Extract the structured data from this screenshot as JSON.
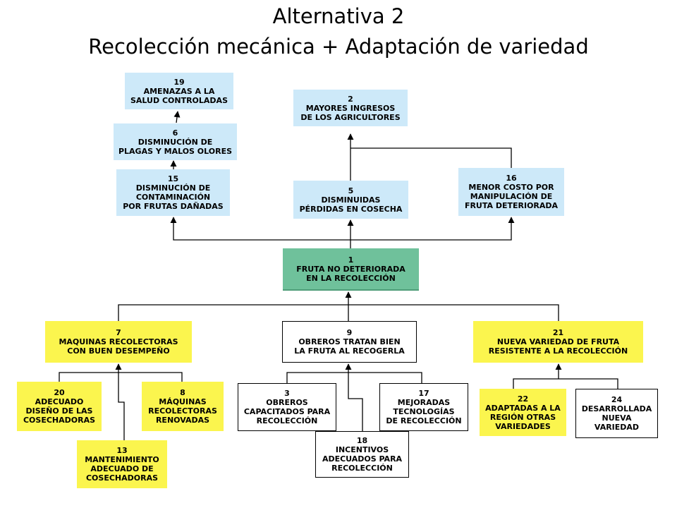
{
  "title": {
    "line1": "Alternativa 2",
    "line2": "Recolección mecánica + Adaptación de variedad"
  },
  "nodes": {
    "n19": {
      "number": "19",
      "lines": [
        "AMENAZAS A LA",
        "SALUD CONTROLADAS"
      ]
    },
    "n6": {
      "number": "6",
      "lines": [
        "DISMINUCIÓN DE",
        "PLAGAS Y MALOS OLORES"
      ]
    },
    "n15": {
      "number": "15",
      "lines": [
        "DISMINUCIÓN DE",
        "CONTAMINACIÓN",
        "POR FRUTAS DAÑADAS"
      ]
    },
    "n2": {
      "number": "2",
      "lines": [
        "MAYORES INGRESOS",
        "DE LOS AGRICULTORES"
      ]
    },
    "n5": {
      "number": "5",
      "lines": [
        "DISMINUIDAS",
        "PÉRDIDAS EN COSECHA"
      ]
    },
    "n16": {
      "number": "16",
      "lines": [
        "MENOR COSTO POR",
        "MANIPULACIÓN DE",
        "FRUTA DETERIORADA"
      ]
    },
    "n1": {
      "number": "1",
      "lines": [
        "FRUTA NO DETERIORADA",
        "EN LA RECOLECCIÓN"
      ]
    },
    "n7": {
      "number": "7",
      "lines": [
        "MAQUINAS RECOLECTORAS",
        "CON BUEN DESEMPEÑO"
      ]
    },
    "n9": {
      "number": "9",
      "lines": [
        "OBREROS TRATAN BIEN",
        "LA FRUTA AL RECOGERLA"
      ]
    },
    "n21": {
      "number": "21",
      "lines": [
        "NUEVA VARIEDAD DE FRUTA",
        "RESISTENTE A LA RECOLECCIÓN"
      ]
    },
    "n20": {
      "number": "20",
      "lines": [
        "ADECUADO",
        "DISEÑO DE LAS",
        "COSECHADORAS"
      ]
    },
    "n8": {
      "number": "8",
      "lines": [
        "MÁQUINAS",
        "RECOLECTORAS",
        "RENOVADAS"
      ]
    },
    "n13": {
      "number": "13",
      "lines": [
        "MANTENIMIENTO",
        "ADECUADO DE",
        "COSECHADORAS"
      ]
    },
    "n3": {
      "number": "3",
      "lines": [
        "OBREROS",
        "CAPACITADOS PARA",
        "RECOLECCIÓN"
      ]
    },
    "n17": {
      "number": "17",
      "lines": [
        "MEJORADAS",
        "TECNOLOGÍAS",
        "DE RECOLECCIÓN"
      ]
    },
    "n18": {
      "number": "18",
      "lines": [
        "INCENTIVOS",
        "ADECUADOS PARA",
        "RECOLECCIÓN"
      ]
    },
    "n22": {
      "number": "22",
      "lines": [
        "ADAPTADAS A LA",
        "REGIÓN OTRAS",
        "VARIEDADES"
      ]
    },
    "n24": {
      "number": "24",
      "lines": [
        "DESARROLLADA",
        "NUEVA",
        "VARIEDAD"
      ]
    }
  },
  "colors": {
    "ends": "#cde9f9",
    "core": "#6fc19b",
    "mechanical_means": "#fbf54e",
    "other_means": "#ffffff",
    "connector": "#000000"
  }
}
